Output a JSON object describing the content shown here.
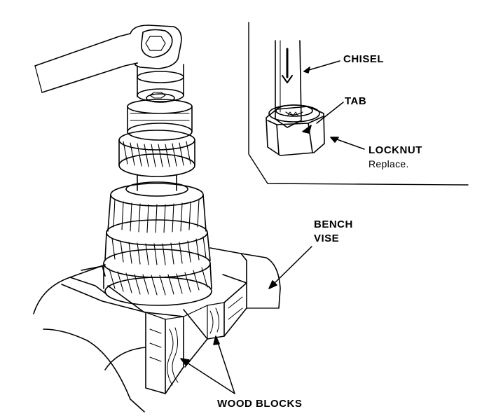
{
  "labels": {
    "chisel": "CHISEL",
    "tab": "TAB",
    "locknut": "LOCKNUT",
    "replace": "Replace.",
    "bench": "BENCH",
    "vise": "VISE",
    "wood_blocks": "WOOD BLOCKS"
  },
  "colors": {
    "ink": "#000000",
    "paper": "#ffffff"
  }
}
